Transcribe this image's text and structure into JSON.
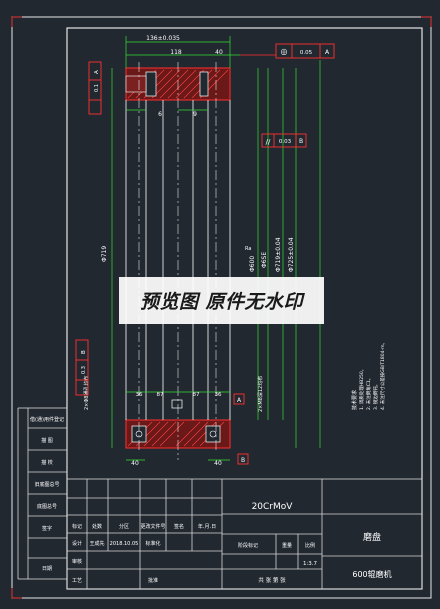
{
  "watermark": "预览图 原件无水印",
  "dimensions": {
    "top_overall": "136±0.035",
    "top_mid": "118",
    "top_right": "40",
    "gap_left": "6",
    "gap_right": "9",
    "bore_left": "Φ719",
    "ra_top": "Ra",
    "dia_1": "Φ600",
    "dia_2": "Φ6SE",
    "dia_3": "Φ719±0.04",
    "dia_4": "Φ725±0.04",
    "bottom_1": "36",
    "bottom_2": "87",
    "bottom_3": "87",
    "bottom_4": "36",
    "bottom_left": "40",
    "bottom_right": "40",
    "hole_note_left": "2×Φ8通孔均布",
    "hole_note_right": "2×M8深12均布"
  },
  "tolerance_frames": {
    "top_right_sym": "◎",
    "top_right_val": "0.05",
    "top_right_ref": "A",
    "mid_sym": "//",
    "mid_val": "0.03",
    "mid_ref": "B",
    "left_top_val": "0.1",
    "left_top_ref": "A",
    "left_bot_val": "0.3",
    "left_bot_ref": "B"
  },
  "datums": {
    "a": "A",
    "b": "B"
  },
  "tech_notes": [
    "技术要求",
    "1. 调质处理HB250。",
    "2. 未注倒角C1。",
    "3. 锐边倒钝。",
    "4. 未注尺寸公差按GB/T1804-m。"
  ],
  "left_column": [
    "借(通)用件登记",
    "旧底图总号",
    "底图总号",
    "签字",
    "日期"
  ],
  "left_column_top": [
    "描 图",
    "描 校"
  ],
  "title_block": {
    "material": "20CrMoV",
    "part_name": "磨盘",
    "product": "600辊磨机",
    "scale_label": "比例",
    "scale": "1:3.7",
    "weight_label": "重量",
    "stage_label": "阶段标记",
    "sheet": "共  张  第  张",
    "row_header": [
      "标记",
      "处数",
      "分区",
      "更改文件号",
      "签名",
      "年.月.日"
    ],
    "row_design": [
      "设计",
      "王成先",
      "2018.10.05",
      "标准化"
    ],
    "row_review": "审核",
    "row_process": "工艺",
    "row_approve": "批准"
  }
}
